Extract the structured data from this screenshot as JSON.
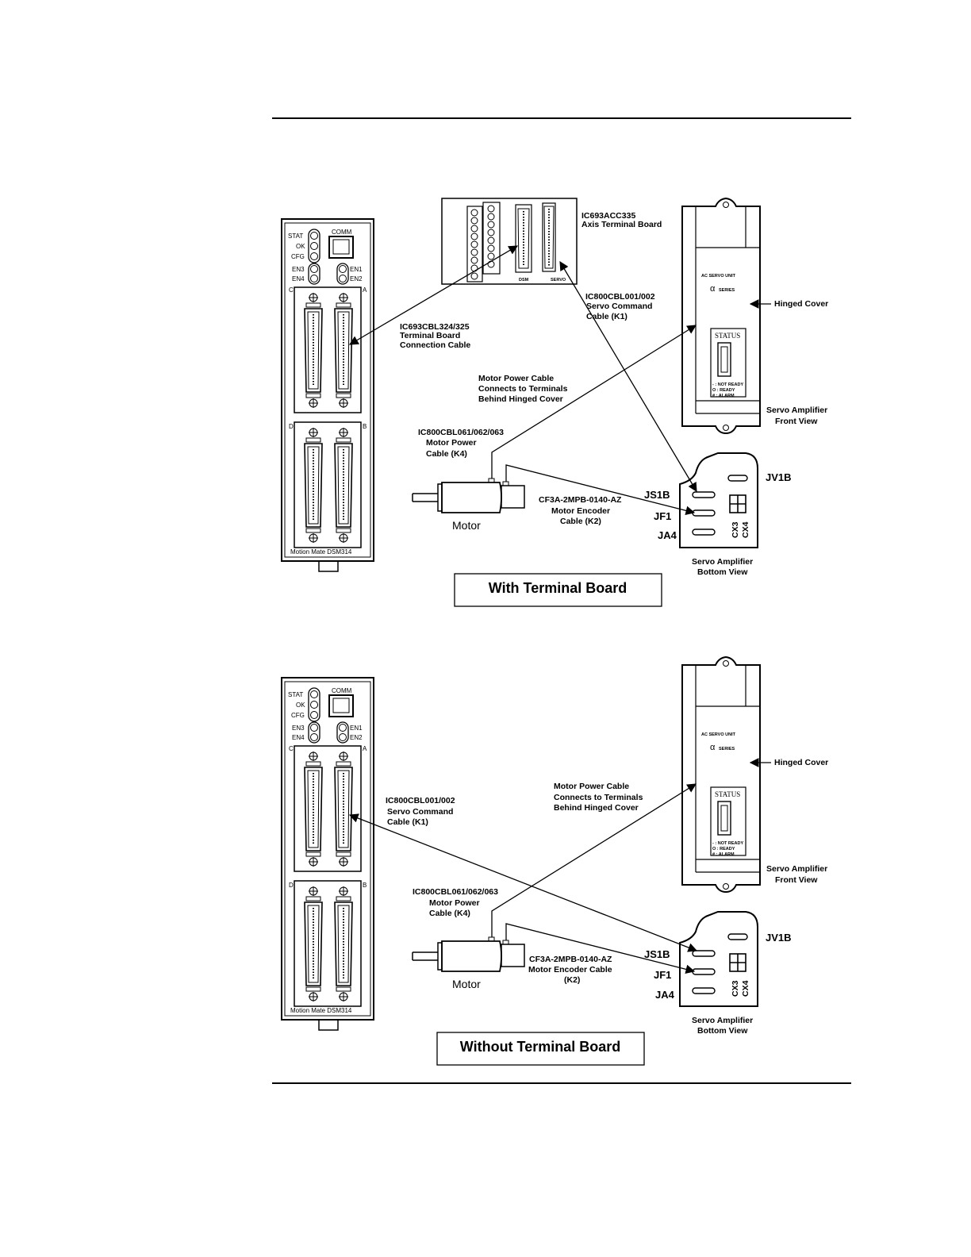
{
  "top": {
    "dsm_labels": {
      "stat": "STAT",
      "ok": "OK",
      "cfg": "CFG",
      "comm": "COMM",
      "en1": "EN1",
      "en2": "EN2",
      "en3": "EN3",
      "en4": "EN4",
      "a": "A",
      "b": "B",
      "c": "C",
      "d": "D",
      "model": "Motion Mate DSM314"
    },
    "terminal_board_l1": "IC693ACC335",
    "terminal_board_l2": "Axis Terminal Board",
    "tb_dsm": "DSM",
    "tb_servo": "SERVO",
    "tb_cable_l1": "IC693CBL324/325",
    "tb_cable_l2": "Terminal Board",
    "tb_cable_l3": "Connection Cable",
    "servo_cmd_l1": "IC800CBL001/002",
    "servo_cmd_l2": "Servo Command",
    "servo_cmd_l3": "Cable (K1)",
    "motor_power_note_l1": "Motor Power Cable",
    "motor_power_note_l2": "Connects to Terminals",
    "motor_power_note_l3": "Behind Hinged Cover",
    "motor_power_cable_l1": "IC800CBL061/062/063",
    "motor_power_cable_l2": "Motor Power",
    "motor_power_cable_l3": "Cable (K4)",
    "encoder_l1": "CF3A-2MPB-0140-AZ",
    "encoder_l2": "Motor Encoder",
    "encoder_l3": "Cable (K2)",
    "motor": "Motor",
    "hinged_cover": "Hinged Cover",
    "amp_text": {
      "ac": "AC  SERVO UNIT",
      "alpha": "α",
      "series": "SERIES",
      "status": "STATUS",
      "nr": "- : NOT READY",
      "rd": "O : READY",
      "al": "# : ALARM"
    },
    "front_l1": "Servo Amplifier",
    "front_l2": "Front View",
    "jv1b": "JV1B",
    "js1b": "JS1B",
    "jf1": "JF1",
    "ja4": "JA4",
    "cx3": "CX3",
    "cx4": "CX4",
    "bottom_l1": "Servo Amplifier",
    "bottom_l2": "Bottom View",
    "title": "With Terminal Board"
  },
  "bottom": {
    "dsm_labels": {
      "stat": "STAT",
      "ok": "OK",
      "cfg": "CFG",
      "comm": "COMM",
      "en1": "EN1",
      "en2": "EN2",
      "en3": "EN3",
      "en4": "EN4",
      "a": "A",
      "b": "B",
      "c": "C",
      "d": "D",
      "model": "Motion Mate DSM314"
    },
    "servo_cmd_l1": "IC800CBL001/002",
    "servo_cmd_l2": "Servo Command",
    "servo_cmd_l3": "Cable (K1)",
    "motor_power_note_l1": "Motor Power Cable",
    "motor_power_note_l2": "Connects to Terminals",
    "motor_power_note_l3": "Behind Hinged Cover",
    "motor_power_cable_l1": "IC800CBL061/062/063",
    "motor_power_cable_l2": "Motor Power",
    "motor_power_cable_l3": "Cable (K4)",
    "encoder_l1": "CF3A-2MPB-0140-AZ",
    "encoder_l2": "Motor Encoder Cable",
    "encoder_l3": "(K2)",
    "motor": "Motor",
    "hinged_cover": "Hinged Cover",
    "amp_text": {
      "ac": "AC  SERVO UNIT",
      "alpha": "α",
      "series": "SERIES",
      "status": "STATUS",
      "nr": "- : NOT READY",
      "rd": "O : READY",
      "al": "# : ALARM"
    },
    "front_l1": "Servo Amplifier",
    "front_l2": "Front View",
    "jv1b": "JV1B",
    "js1b": "JS1B",
    "jf1": "JF1",
    "ja4": "JA4",
    "cx3": "CX3",
    "cx4": "CX4",
    "bottom_l1": "Servo Amplifier",
    "bottom_l2": "Bottom View",
    "title": "Without Terminal Board"
  }
}
